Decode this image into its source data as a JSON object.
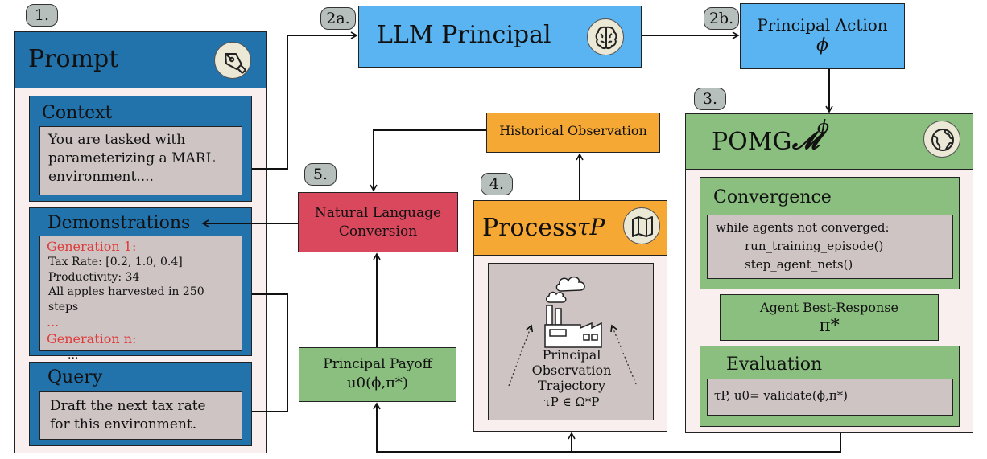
{
  "steps": {
    "s1": "1.",
    "s2a": "2a.",
    "s2b": "2b.",
    "s3": "3.",
    "s4": "4.",
    "s5": "5."
  },
  "prompt": {
    "title": "Prompt",
    "context_title": "Context",
    "context_lines": [
      "You are tasked with",
      "parameterizing a MARL",
      "environment...."
    ],
    "demos_title": "Demonstrations",
    "gen1": "Generation 1:",
    "tax_rate": "Tax Rate: [0.2, 1.0, 0.4]",
    "productivity": "Productivity: 34",
    "apples": "All apples harvested in 250 steps",
    "ellipsis": "...",
    "genn": "Generation n:",
    "ellipsis2": "...",
    "query_title": "Query",
    "query_lines": [
      "Draft the next tax rate",
      "for this environment."
    ]
  },
  "llm": {
    "title": "LLM Principal"
  },
  "action": {
    "title": "Principal Action",
    "symbol": "ϕ"
  },
  "pomg": {
    "title": "POMG",
    "symbol": "𝓜",
    "superscript": "ϕ",
    "conv_title": "Convergence",
    "code_lines": [
      "while agents not converged:",
      "run_training_episode()",
      "step_agent_nets()"
    ],
    "best_title": "Agent Best-Response",
    "best_symbol": "π*",
    "eval_title": "Evaluation",
    "eval_code": "τP, u0= validate(ϕ,π*)"
  },
  "historical": {
    "label": "Historical Observation"
  },
  "nlc": {
    "lines": [
      "Natural Language",
      "Conversion"
    ]
  },
  "process": {
    "title": "Process",
    "symbol": "τP",
    "traj_lines": [
      "Principal",
      "Observation",
      "Trajectory"
    ],
    "traj_formula": "τP ∈ Ω*P"
  },
  "payoff": {
    "title": "Principal Payoff",
    "formula": "u0(ϕ,π*)"
  },
  "icons": [
    "pen-nib-icon",
    "brain-icon",
    "globe-icon",
    "map-icon",
    "factory-icon"
  ],
  "colors": {
    "prompt_blue": "#2272ac",
    "llm_blue": "#5ab4f2",
    "pomg_green": "#8bbf7f",
    "process_orange": "#f6a834",
    "nlc_red": "#d9485d",
    "grey_panel": "#cdc4c3",
    "pink_bg": "#f9efee"
  }
}
